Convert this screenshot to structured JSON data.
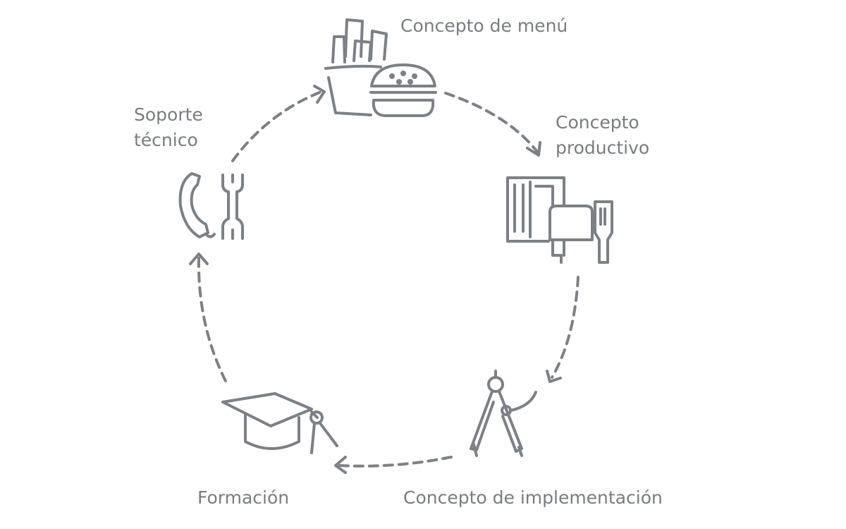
{
  "colors": {
    "stroke": "#7d8084",
    "text": "#797c80",
    "background": "#ffffff"
  },
  "cycle": {
    "steps": [
      {
        "id": "menu",
        "icon": "fries-burger-icon",
        "lines": [
          "Concepto de menú"
        ]
      },
      {
        "id": "productivo",
        "icon": "kitchen-equipment-icon",
        "lines": [
          "Concepto",
          "productivo"
        ]
      },
      {
        "id": "implementacion",
        "icon": "drafting-compass-icon",
        "lines": [
          "Concepto de implementación"
        ]
      },
      {
        "id": "formacion",
        "icon": "graduation-cap-icon",
        "lines": [
          "Formación"
        ]
      },
      {
        "id": "soporte",
        "icon": "phone-wrench-icon",
        "lines": [
          "Soporte",
          "técnico"
        ]
      }
    ],
    "direction": "clockwise",
    "connector": "dashed-arrow"
  }
}
